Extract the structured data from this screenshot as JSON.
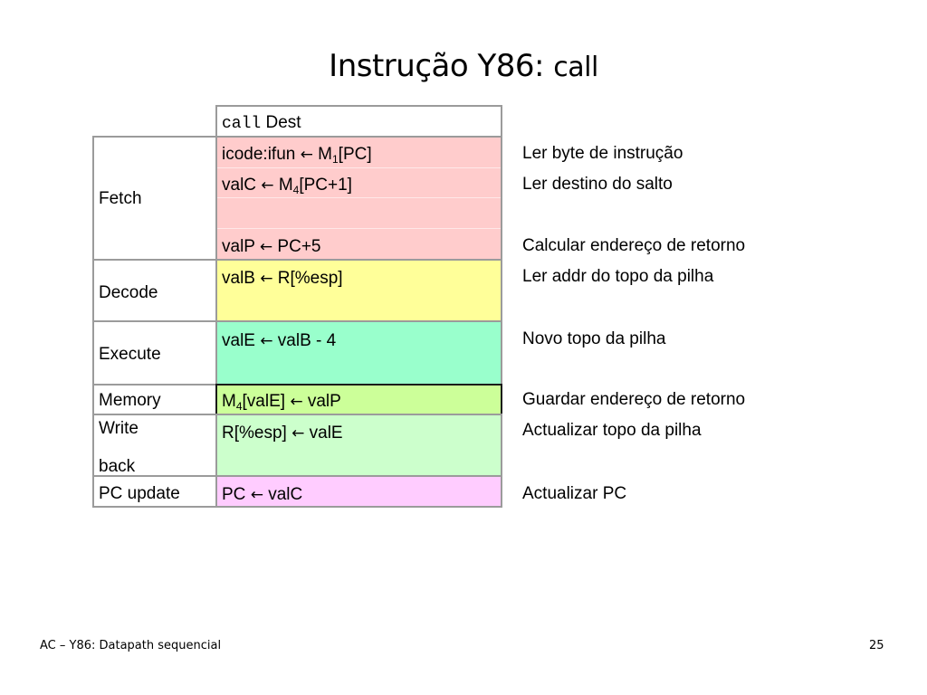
{
  "title": {
    "main": "Instrução Y86: ",
    "instr": "call"
  },
  "header": {
    "mnemonic": "call",
    "operand": "Dest"
  },
  "stages": {
    "fetch": "Fetch",
    "decode": "Decode",
    "execute": "Execute",
    "memory": "Memory",
    "write_back_1": "Write",
    "write_back_2": "back",
    "pc_update": "PC update"
  },
  "ops": {
    "fetch_1a": "icode:ifun ",
    "fetch_1b": " M",
    "fetch_1sub": "1",
    "fetch_1c": "[PC]",
    "fetch_2a": "valC ",
    "fetch_2b": " M",
    "fetch_2sub": "4",
    "fetch_2c": "[PC+1]",
    "fetch_3a": "valP ",
    "fetch_3b": " PC+5",
    "decode_a": "valB ",
    "decode_b": " R[%esp]",
    "execute_a": "valE ",
    "execute_b": " valB - 4",
    "memory_a": "M",
    "memory_sub": "4",
    "memory_b": "[valE] ",
    "memory_c": " valP",
    "write_a": "R[%esp] ",
    "write_b": " valE",
    "pc_a": "PC ",
    "pc_b": " valC",
    "arrow": "←"
  },
  "descriptions": {
    "fetch_1": "Ler byte de instrução",
    "fetch_2": "Ler destino do salto",
    "fetch_3": "Calcular endereço de retorno",
    "decode": "Ler addr do topo da pilha",
    "execute": "Novo topo da pilha",
    "memory": "Guardar endereço de retorno",
    "write_back": "Actualizar topo da pilha",
    "pc_update": "Actualizar PC"
  },
  "footer": {
    "left": "AC – Y86: Datapath sequencial",
    "page": "25"
  },
  "colors": {
    "fetch": "#ffcccc",
    "decode": "#ffff99",
    "execute": "#99ffcc",
    "memory": "#ccff99",
    "write_back": "#ccffcc",
    "pc_update": "#ffccff"
  }
}
